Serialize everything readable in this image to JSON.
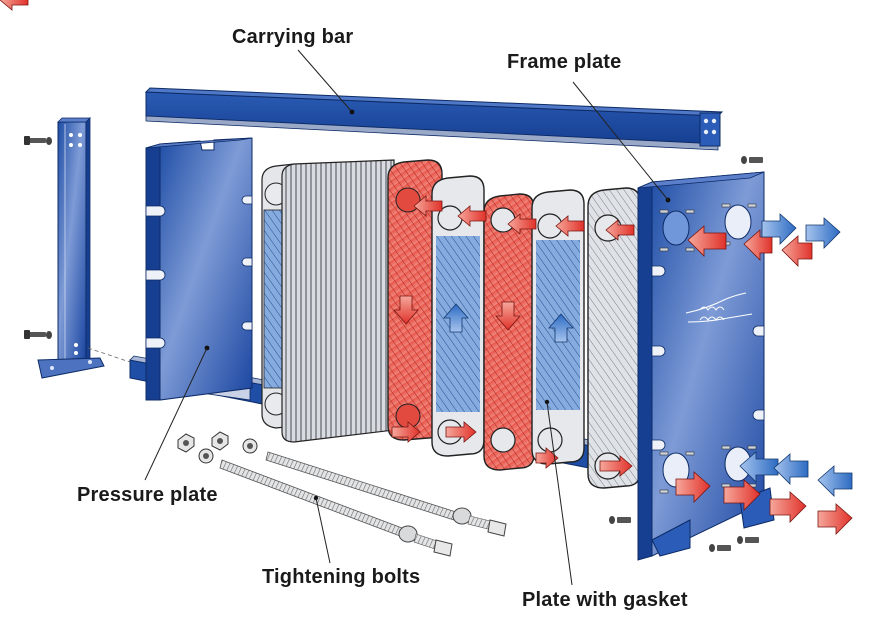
{
  "diagram": {
    "title": "Plate heat exchanger – exploded view",
    "labels": {
      "carrying_bar": "Carrying bar",
      "frame_plate": "Frame plate",
      "pressure_plate": "Pressure plate",
      "tightening_bolts": "Tightening bolts",
      "plate_with_gasket": "Plate with gasket"
    },
    "colors": {
      "frame_blue": "#1e4fa3",
      "frame_blue_light": "#6d8fd0",
      "frame_blue_dark": "#0f2f6e",
      "hot_red": "#e2463c",
      "hot_red_light": "#f29a8e",
      "cold_blue": "#3c7fd0",
      "cold_blue_light": "#a9c6ea",
      "plate_gray": "#c9ccd2",
      "gasket_gray": "#e6e8ec",
      "outline": "#1b1b1b"
    },
    "flows": {
      "hot_medium": "red",
      "cold_medium": "blue"
    },
    "plates": [
      "stack",
      "hot",
      "cold",
      "hot",
      "cold",
      "neutral"
    ]
  }
}
